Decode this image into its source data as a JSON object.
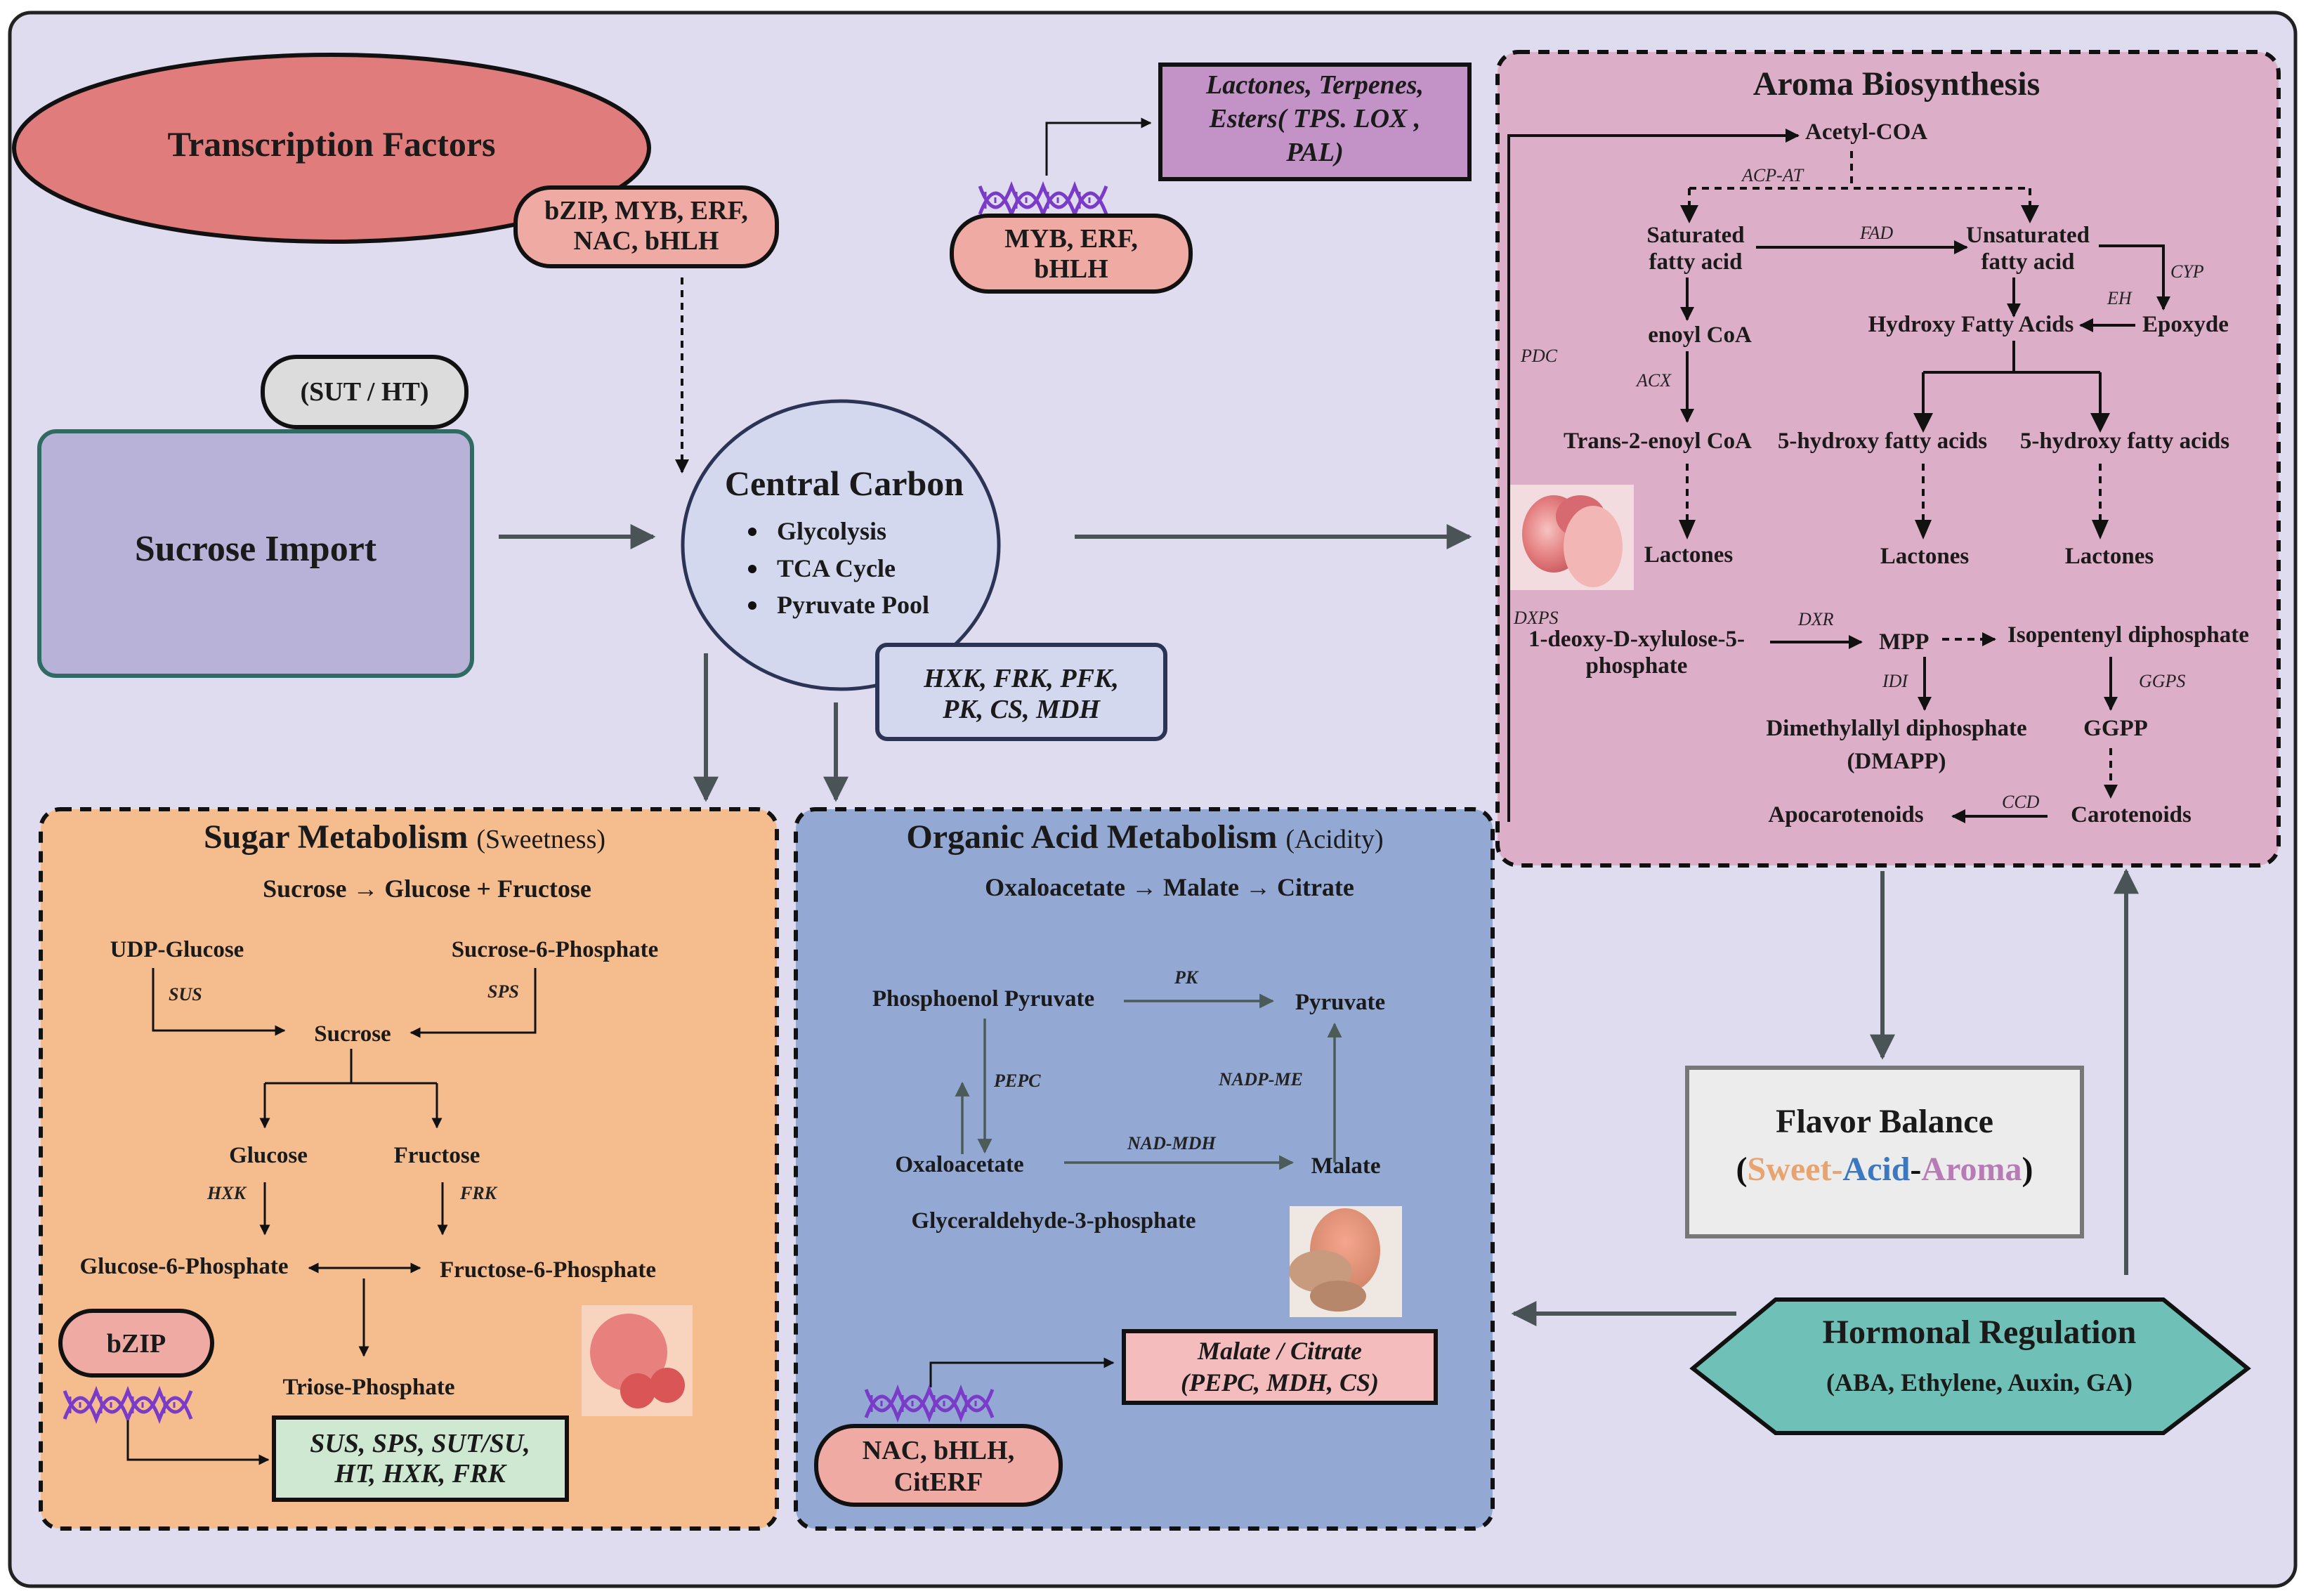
{
  "transcription_factors": {
    "title": "Transcription Factors",
    "tf_list_line1": "bZIP, MYB, ERF,",
    "tf_list_line2": "NAC, bHLH"
  },
  "sucrose_import": {
    "title": "Sucrose Import",
    "transporters": "(SUT / HT)"
  },
  "central_carbon": {
    "title": "Central Carbon",
    "items": [
      "Glycolysis",
      "TCA Cycle",
      "Pyruvate Pool"
    ],
    "enzymes_line1": "HXK, FRK, PFK,",
    "enzymes_line2": "PK, CS, MDH"
  },
  "aroma_tf": {
    "tf_line1": "MYB,  ERF,",
    "tf_line2": "bHLH",
    "target_line1": "Lactones, Terpenes,",
    "target_line2": "Esters( TPS. LOX ,",
    "target_line3": "PAL)"
  },
  "aroma": {
    "title": "Aroma Biosynthesis",
    "acetyl_coa": "Acetyl-COA",
    "acp_at": "ACP-AT",
    "saturated_1": "Saturated",
    "saturated_2": "fatty acid",
    "fad": "FAD",
    "unsaturated_1": "Unsaturated",
    "unsaturated_2": "fatty acid",
    "cyp": "CYP",
    "eh": "EH",
    "epoxyde": "Epoxyde",
    "enoyl_coa": "enoyl CoA",
    "hydroxy_fatty_acids": "Hydroxy Fatty Acids",
    "pdc": "PDC",
    "acx": "ACX",
    "trans2": "Trans-2-enoyl CoA",
    "hydroxy5_a": "5-hydroxy fatty acids",
    "hydroxy5_b": "5-hydroxy fatty acids",
    "lactones": [
      "Lactones",
      "Lactones",
      "Lactones"
    ],
    "dxps": "DXPS",
    "dxp_1": "1-deoxy-D-xylulose-5-",
    "dxp_2": "phosphate",
    "dxr": "DXR",
    "mpp": "MPP",
    "ipp": "Isopentenyl diphosphate",
    "idi": "IDI",
    "ggps": "GGPS",
    "dmapp_1": "Dimethylallyl diphosphate",
    "dmapp_2": "(DMAPP)",
    "ggpp": "GGPP",
    "ccd": "CCD",
    "apocarotenoids": "Apocarotenoids",
    "carotenoids": "Carotenoids"
  },
  "sugar": {
    "title": "Sugar Metabolism",
    "subtitle": "(Sweetness)",
    "summary": "Sucrose → Glucose + Fructose",
    "udp_glucose": "UDP-Glucose",
    "sucrose6p": "Sucrose-6-Phosphate",
    "sus": "SUS",
    "sps": "SPS",
    "sucrose": "Sucrose",
    "glucose": "Glucose",
    "fructose": "Fructose",
    "hxk": "HXK",
    "frk": "FRK",
    "glucose6p": "Glucose-6-Phosphate",
    "fructose6p": "Fructose-6-Phosphate",
    "triose": "Triose-Phosphate",
    "tf": "bZIP",
    "genes_line1": "SUS, SPS, SUT/SU,",
    "genes_line2": "HT, HXK, FRK"
  },
  "acid": {
    "title": "Organic Acid Metabolism",
    "subtitle": "(Acidity)",
    "summary": "Oxaloacetate → Malate → Citrate",
    "pep": "Phosphoenol Pyruvate",
    "pk": "PK",
    "pyruvate": "Pyruvate",
    "pepc": "PEPC",
    "nadp_me": "NADP-ME",
    "nad_mdh": "NAD-MDH",
    "oxaloacetate": "Oxaloacetate",
    "malate": "Malate",
    "g3p": "Glyceraldehyde-3-phosphate",
    "genes_line1": "Malate / Citrate",
    "genes_line2": "(PEPC, MDH, CS)",
    "tf_line1": "NAC, bHLH,",
    "tf_line2": "CitERF"
  },
  "flavor_balance": {
    "title": "Flavor Balance",
    "open": "(",
    "sweet": "Sweet-",
    "acid": "Acid",
    "dash": "-",
    "aroma": "Aroma",
    "close": ")"
  },
  "hormonal": {
    "title": "Hormonal Regulation",
    "items": "(ABA, Ethylene, Auxin, GA)"
  },
  "colors": {
    "background": "#dedcee",
    "tf_ellipse": "#e07c7c",
    "tf_pill": "#f0aaa4",
    "sucrose_box": "#b8b2d8",
    "central_carbon": "#d4d8ee",
    "aroma_panel": "#ddaec8",
    "aroma_target": "#c393c8",
    "sugar_panel": "#f5bd8e",
    "acid_panel": "#93a9d4",
    "hormonal": "#6fc0b6",
    "sweet_text": "#e9a36f",
    "acid_text": "#3c78c0",
    "aroma_text": "#b77bb5",
    "dna": "#7a3cc8"
  }
}
